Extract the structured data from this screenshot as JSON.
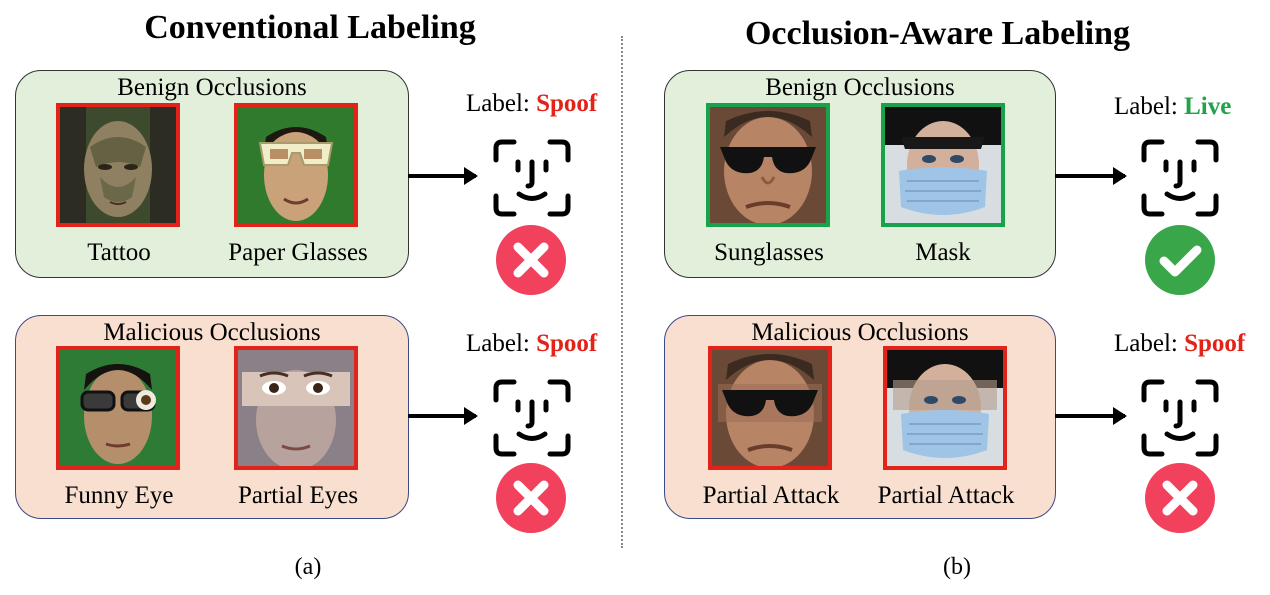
{
  "left": {
    "title": "Conventional Labeling",
    "benign": {
      "title": "Benign Occlusions",
      "items": [
        {
          "caption": "Tattoo",
          "frame_color": "#e2231a"
        },
        {
          "caption": "Paper Glasses",
          "frame_color": "#e2231a"
        }
      ],
      "label_prefix": "Label:",
      "label_value": "Spoof",
      "status": "cross-icon"
    },
    "malicious": {
      "title": "Malicious Occlusions",
      "items": [
        {
          "caption": "Funny Eye",
          "frame_color": "#e2231a"
        },
        {
          "caption": "Partial Eyes",
          "frame_color": "#e2231a"
        }
      ],
      "label_prefix": "Label:",
      "label_value": "Spoof",
      "status": "cross-icon"
    },
    "sub_label": "(a)"
  },
  "right": {
    "title": "Occlusion-Aware Labeling",
    "benign": {
      "title": "Benign Occlusions",
      "items": [
        {
          "caption": "Sunglasses",
          "frame_color": "#1aa14c"
        },
        {
          "caption": "Mask",
          "frame_color": "#1aa14c"
        }
      ],
      "label_prefix": "Label:",
      "label_value": "Live",
      "status": "check-icon"
    },
    "malicious": {
      "title": "Malicious Occlusions",
      "items": [
        {
          "caption": "Partial Attack",
          "frame_color": "#e2231a"
        },
        {
          "caption": "Partial Attack",
          "frame_color": "#e2231a"
        }
      ],
      "label_prefix": "Label:",
      "label_value": "Spoof",
      "status": "cross-icon"
    },
    "sub_label": "(b)"
  },
  "colors": {
    "spoof": "#e2231a",
    "live": "#23a247",
    "benign_panel": "#e2efda",
    "malicious_panel": "#f8dfcf"
  }
}
